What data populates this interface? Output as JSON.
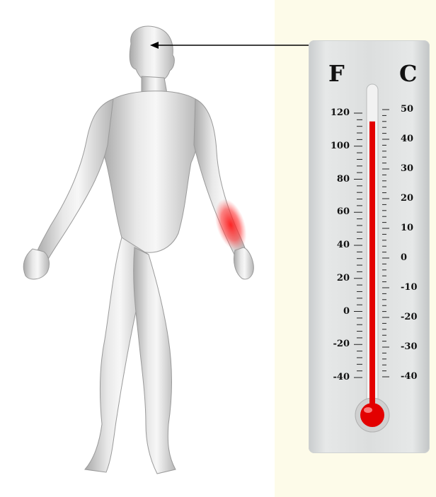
{
  "colors": {
    "background_right": "#fdfbe9",
    "liquid": "#e30000",
    "pointer": "#000000",
    "figure": "#d6d6d6",
    "heat_spot": "#ff2a2a"
  },
  "thermometer": {
    "fahrenheit_label": "F",
    "celsius_label": "C",
    "fahrenheit_ticks": [
      "120",
      "100",
      "80",
      "60",
      "40",
      "20",
      "0",
      "-20",
      "-40"
    ],
    "celsius_ticks": [
      "50",
      "40",
      "30",
      "20",
      "10",
      "0",
      "-10",
      "-20",
      "-30",
      "-40"
    ],
    "reading_celsius": 46
  },
  "pointer": {
    "target": "head"
  },
  "highlight": {
    "region": "right forearm"
  }
}
